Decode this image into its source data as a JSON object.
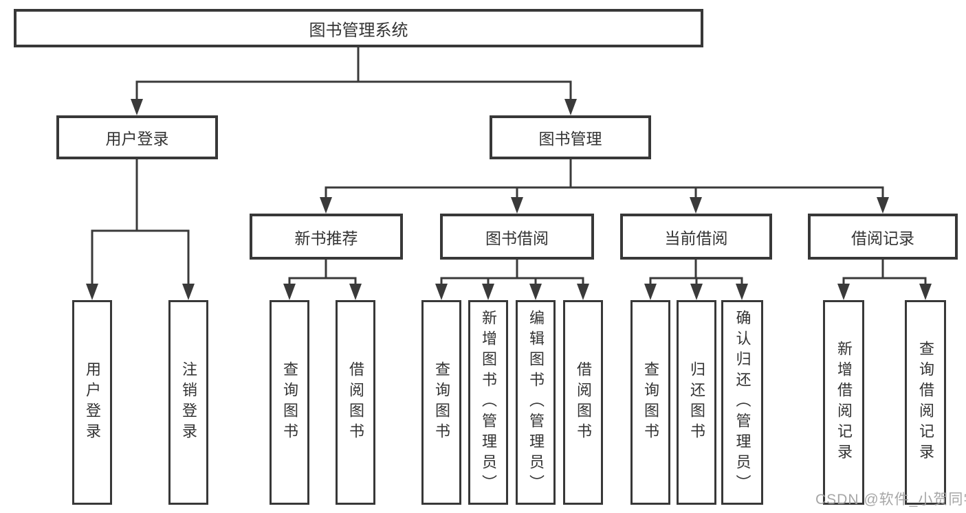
{
  "title": {
    "label": "图书管理系统"
  },
  "level2": [
    {
      "label": "用户登录"
    },
    {
      "label": "图书管理"
    }
  ],
  "level3": [
    {
      "label": "新书推荐",
      "parent": "图书管理"
    },
    {
      "label": "图书借阅",
      "parent": "图书管理"
    },
    {
      "label": "当前借阅",
      "parent": "图书管理"
    },
    {
      "label": "借阅记录",
      "parent": "图书管理"
    }
  ],
  "leaves": [
    {
      "label": "用户登录",
      "parent": "用户登录"
    },
    {
      "label": "注销登录",
      "parent": "用户登录"
    },
    {
      "label": "查询图书",
      "parent": "新书推荐"
    },
    {
      "label": "借阅图书",
      "parent": "新书推荐"
    },
    {
      "label": "查询图书",
      "parent": "图书借阅"
    },
    {
      "label": "新增图书（管理员）",
      "parent": "图书借阅"
    },
    {
      "label": "编辑图书（管理员）",
      "parent": "图书借阅"
    },
    {
      "label": "借阅图书",
      "parent": "图书借阅"
    },
    {
      "label": "查询图书",
      "parent": "当前借阅"
    },
    {
      "label": "归还图书",
      "parent": "当前借阅"
    },
    {
      "label": "确认归还（管理员）",
      "parent": "当前借阅"
    },
    {
      "label": "新增借阅记录",
      "parent": "借阅记录"
    },
    {
      "label": "查询借阅记录",
      "parent": "借阅记录"
    }
  ],
  "watermark": "CSDN @软件_小贺同学",
  "colors": {
    "line": "#3a3a3a",
    "box_border": "#383838",
    "text": "#333333",
    "watermark": "#9e9e9e",
    "background": "#ffffff"
  }
}
